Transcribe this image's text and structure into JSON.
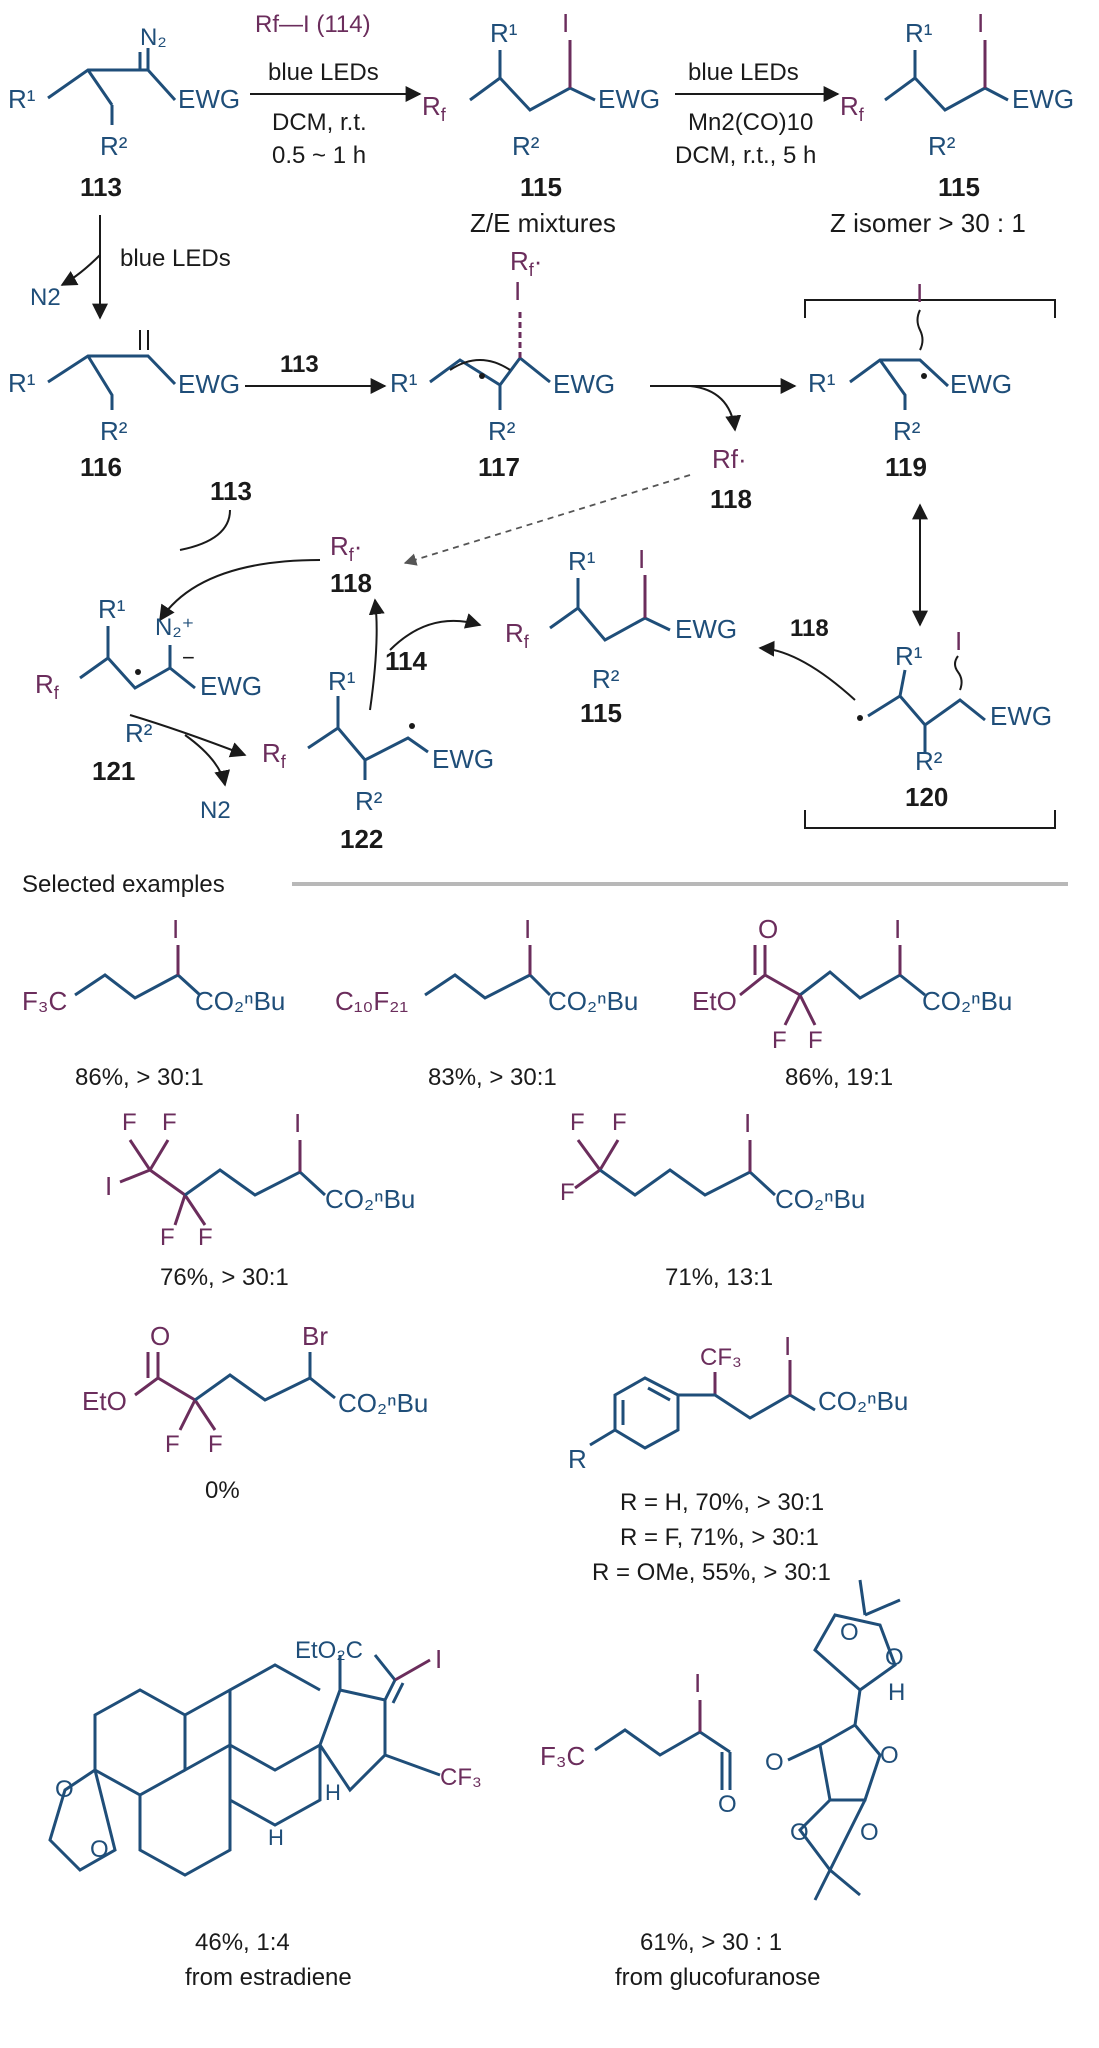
{
  "colors": {
    "text": "#1a1a1a",
    "structure": "#1f4e79",
    "fluoroalkyl": "#6b2d5c",
    "divider": "#b8b8b8"
  },
  "scheme": {
    "reagent_rfi": "Rf—I (114)",
    "cond1": [
      "blue LEDs",
      "DCM, r.t.",
      "0.5 ~ 1 h"
    ],
    "cond2": [
      "blue LEDs",
      "Mn2(CO)10",
      "DCM, r.t., 5 h"
    ],
    "note_115a": "Z/E mixtures",
    "note_115b": "Z isomer > 30 : 1",
    "n2_label": "N2",
    "blue_leds": "blue LEDs",
    "labels": {
      "c113": "113",
      "c114": "114",
      "c115": "115",
      "c116": "116",
      "c117": "117",
      "c118": "118",
      "c119": "119",
      "c120": "120",
      "c121": "121",
      "c122": "122"
    }
  },
  "examples": {
    "heading": "Selected examples",
    "items": [
      {
        "result": "86%, > 30:1"
      },
      {
        "result": "83%, > 30:1"
      },
      {
        "result": "86%, 19:1"
      },
      {
        "result": "76%, > 30:1"
      },
      {
        "result": "71%, 13:1"
      },
      {
        "result": "0%"
      },
      {
        "result": [
          "R = H, 70%, > 30:1",
          "R = F, 71%, > 30:1",
          "R = OMe, 55%, > 30:1"
        ]
      },
      {
        "result": "46%, 1:4",
        "source": "from estradiene"
      },
      {
        "result": "61%, > 30 : 1",
        "source": "from glucofuranose"
      }
    ]
  }
}
